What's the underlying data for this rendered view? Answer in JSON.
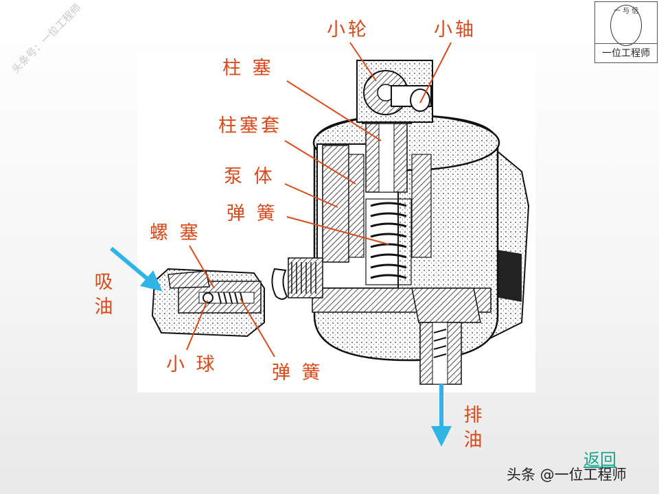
{
  "watermark": "头条号：一位工程师",
  "logo": {
    "text": "一位工程师",
    "mark": "一 与 倍"
  },
  "labels": {
    "wheel": "小轮",
    "shaft": "小轴",
    "plunger": "柱 塞",
    "plunger_sleeve": "柱塞套",
    "pump_body": "泵 体",
    "spring_upper": "弹 簧",
    "plug": "螺 塞",
    "intake": "吸油",
    "ball": "小 球",
    "spring_lower": "弹 簧",
    "discharge": "排油"
  },
  "back_link": "返回",
  "footer": "头条 @一位工程师",
  "colors": {
    "label": "#d84a1b",
    "arrow": "#2fb4e6",
    "back_link": "#18a68a"
  }
}
